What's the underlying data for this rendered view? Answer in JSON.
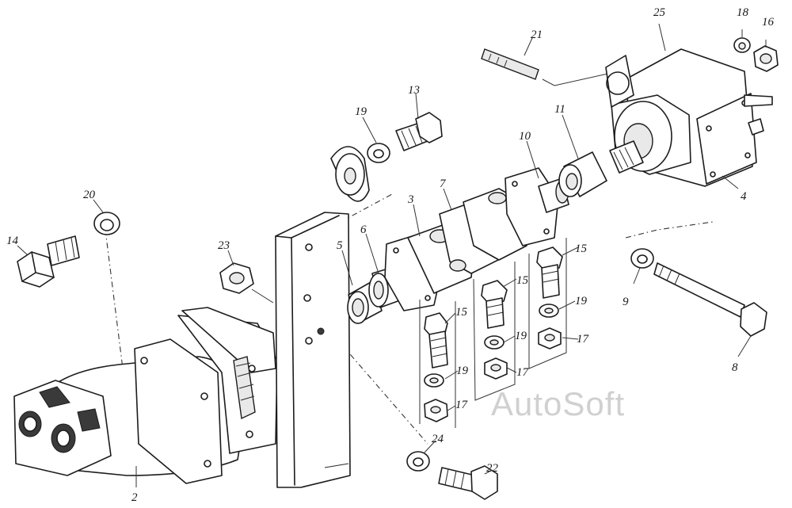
{
  "watermark": "AutoSoft",
  "callouts": {
    "c1": "25",
    "c2": "18",
    "c3": "16",
    "c4": "21",
    "c5": "13",
    "c6": "19",
    "c7": "11",
    "c8": "10",
    "c9": "7",
    "c10": "3",
    "c11": "4",
    "c12": "20",
    "c13": "14",
    "c14": "23",
    "c15": "5",
    "c16": "6",
    "c17": "15",
    "c18": "15",
    "c19": "15",
    "c20": "9",
    "c21": "19",
    "c22": "19",
    "c23": "17",
    "c24": "19",
    "c25": "17",
    "c26": "17",
    "c27": "8",
    "c28": "24",
    "c29": "22",
    "c30": "2"
  }
}
